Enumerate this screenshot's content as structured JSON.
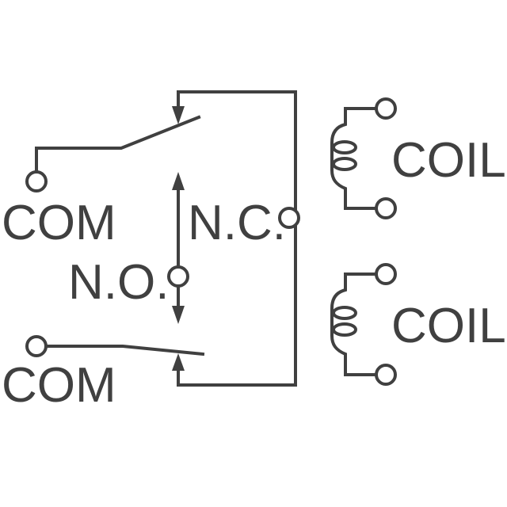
{
  "diagram": {
    "type": "relay schematic",
    "labels": {
      "com_top": "COM",
      "com_bottom": "COM",
      "nc": "N.C.",
      "no": "N.O.",
      "coil_top": "COIL",
      "coil_bottom": "COIL"
    },
    "line_color": "#404040"
  }
}
